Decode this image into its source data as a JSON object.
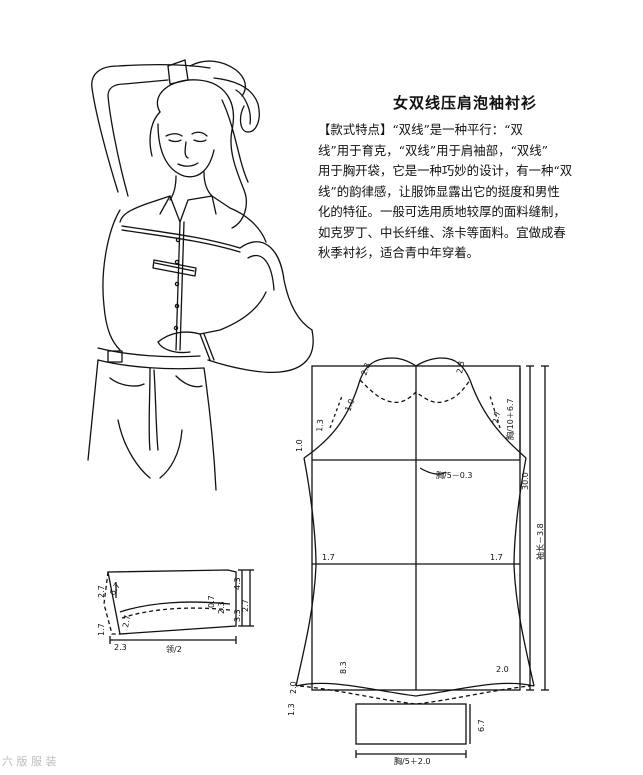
{
  "page": {
    "title": "女双线压肩泡袖衬衫",
    "description_lines": [
      "【款式特点】“双线”是一种平行：“双",
      "线”用于育克，“双线”用于肩袖部，“双线”",
      "用于胸开袋，它是一种巧妙的设计，有一种“双",
      "线”的韵律感，让服饰显露出它的挺度和男性",
      "化的特征。一般可选用质地较厚的面料缝制，",
      "如克罗丁、中长纤维、涤卡等面料。宜做成春",
      "秋季衬衫，适合青中年穿着。"
    ],
    "watermark": "六 版 服 装"
  },
  "sleeve_pattern": {
    "labels": {
      "cap_left": "2.3",
      "cap_right": "2.3",
      "cap_left_mid": "1.0",
      "curve_left": "1.3",
      "hem_left": "1.0",
      "curve_right": "2.7",
      "length_formula": "袖长－3.8",
      "length_value": "30.0",
      "cuff_formula": "胸/5－0.3",
      "cap_height_formula": "胸/10＋6.7",
      "seam_left": "1.7",
      "seam_right": "1.7",
      "hem_left_corner": "2.0",
      "hem_right_corner": "2.0",
      "hem_mid": "8.3",
      "bottom_left": "1.3",
      "cuff_width_formula": "胸/5＋2.0",
      "cuff_height": "6.7"
    }
  },
  "cuff_detail": {
    "labels": {
      "left_top": "2.7",
      "left_side": "6.7",
      "left_bottom": "1.7",
      "bottom_left": "2.3",
      "curve_mid": "2.7",
      "width_formula": "领/2",
      "right_1": "0.7",
      "right_2": "2.3",
      "right_3": "4.3",
      "right_4": "3.3",
      "right_5": "2.7"
    }
  }
}
